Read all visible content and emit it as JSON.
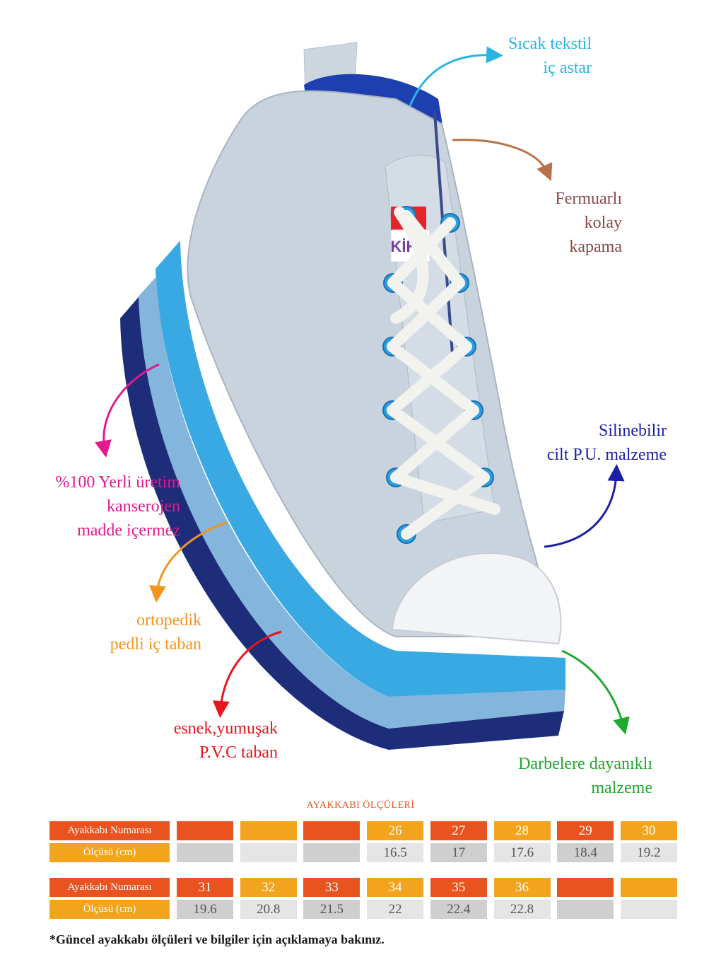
{
  "colors": {
    "cyan": "#29b5e3",
    "brown": "#b9714a",
    "maroon": "#8b4a4a",
    "magenta": "#e5188d",
    "navy": "#1b1ea8",
    "orange": "#f2951c",
    "red": "#e8141e",
    "green": "#1fa830",
    "orange_dark": "#e8531f",
    "orange_light": "#f3a41f",
    "grey_cell": "#cfcfcf",
    "grey_light": "#e5e5e5"
  },
  "features": {
    "lining": [
      "Sıcak tekstil",
      "iç astar"
    ],
    "zipper": [
      "Fermuarlı",
      "kolay",
      "kapama"
    ],
    "local": [
      "%100 Yerli üretim",
      "kanserojen",
      "madde içermez"
    ],
    "wipeable": [
      "Silinebilir",
      "cilt P.U. malzeme"
    ],
    "insole": [
      "ortopedik",
      "pedli iç taban"
    ],
    "sole": [
      "esnek,yumuşak",
      "P.V.C taban"
    ],
    "impact": [
      "Darbelere dayanıklı",
      "malzeme"
    ]
  },
  "brand_logo": "KİKO",
  "size_chart": {
    "title": "AYAKKABI ÖLÇÜLERİ",
    "tables": [
      {
        "size_label": "Ayakkabı Numarası",
        "measure_label": "Ölçüsü (cm)",
        "sizes": [
          "",
          "",
          "",
          "26",
          "27",
          "28",
          "29",
          "30"
        ],
        "measures": [
          "",
          "",
          "",
          "16.5",
          "17",
          "17.6",
          "18.4",
          "19.2"
        ]
      },
      {
        "size_label": "Ayakkabı Numarası",
        "measure_label": "Ölçüsü (cm)",
        "sizes": [
          "31",
          "32",
          "33",
          "34",
          "35",
          "36",
          "",
          ""
        ],
        "measures": [
          "19.6",
          "20.8",
          "21.5",
          "22",
          "22.4",
          "22.8",
          "",
          ""
        ]
      }
    ]
  },
  "footnote": "*Güncel ayakkabı ölçüleri ve bilgiler için açıklamaya bakınız."
}
